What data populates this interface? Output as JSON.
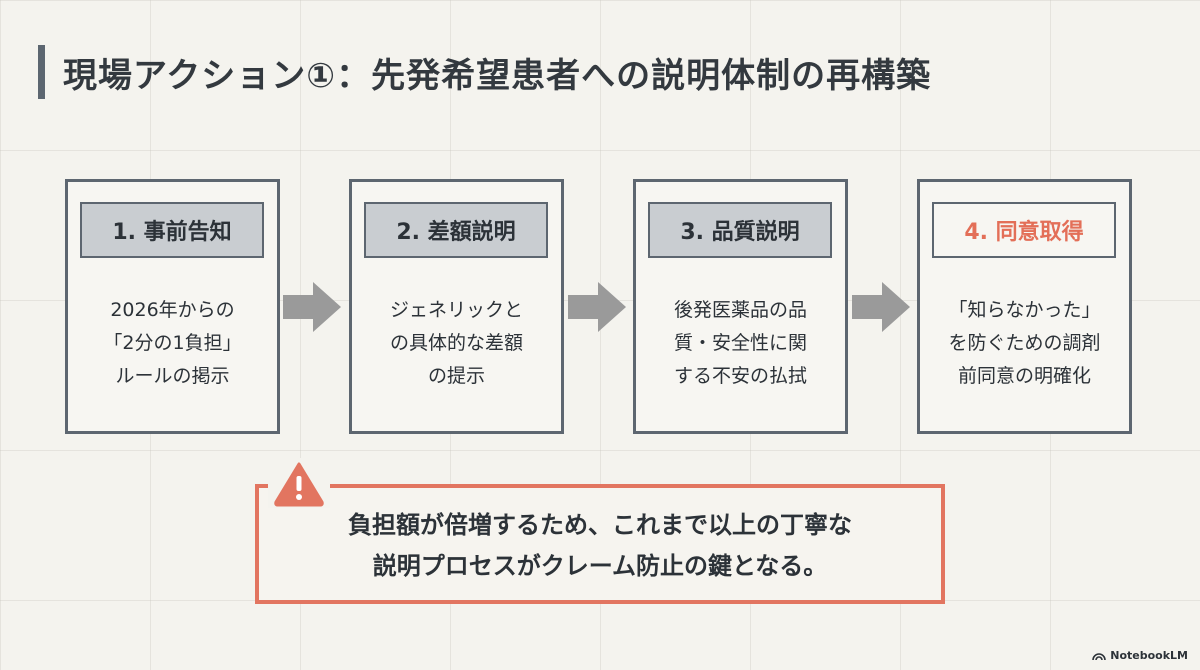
{
  "slide": {
    "title": "現場アクション①：先発希望患者への説明体制の再構築"
  },
  "steps": [
    {
      "label": "1. 事前告知",
      "lines": [
        "2026年からの",
        "「2分の1負担」",
        "ルールの掲示"
      ]
    },
    {
      "label": "2. 差額説明",
      "lines": [
        "ジェネリックと",
        "の具体的な差額",
        "の提示"
      ]
    },
    {
      "label": "3. 品質説明",
      "lines": [
        "後発医薬品の品",
        "質・安全性に関",
        "する不安の払拭"
      ]
    },
    {
      "label": "4. 同意取得",
      "lines": [
        "「知らなかった」",
        "を防ぐための調剤",
        "前同意の明確化"
      ]
    }
  ],
  "callout": {
    "icon": "warning-icon",
    "lines": [
      "負担額が倍増するため、これまで以上の丁寧な",
      "説明プロセスがクレーム防止の鍵となる。"
    ]
  },
  "brand": {
    "name": "NotebookLM"
  },
  "colors": {
    "accent": "#e36f58",
    "frame": "#5d6670",
    "header_fill": "#c9cdd1",
    "arrow": "#9a9a9a",
    "background": "#f4f3ee"
  }
}
